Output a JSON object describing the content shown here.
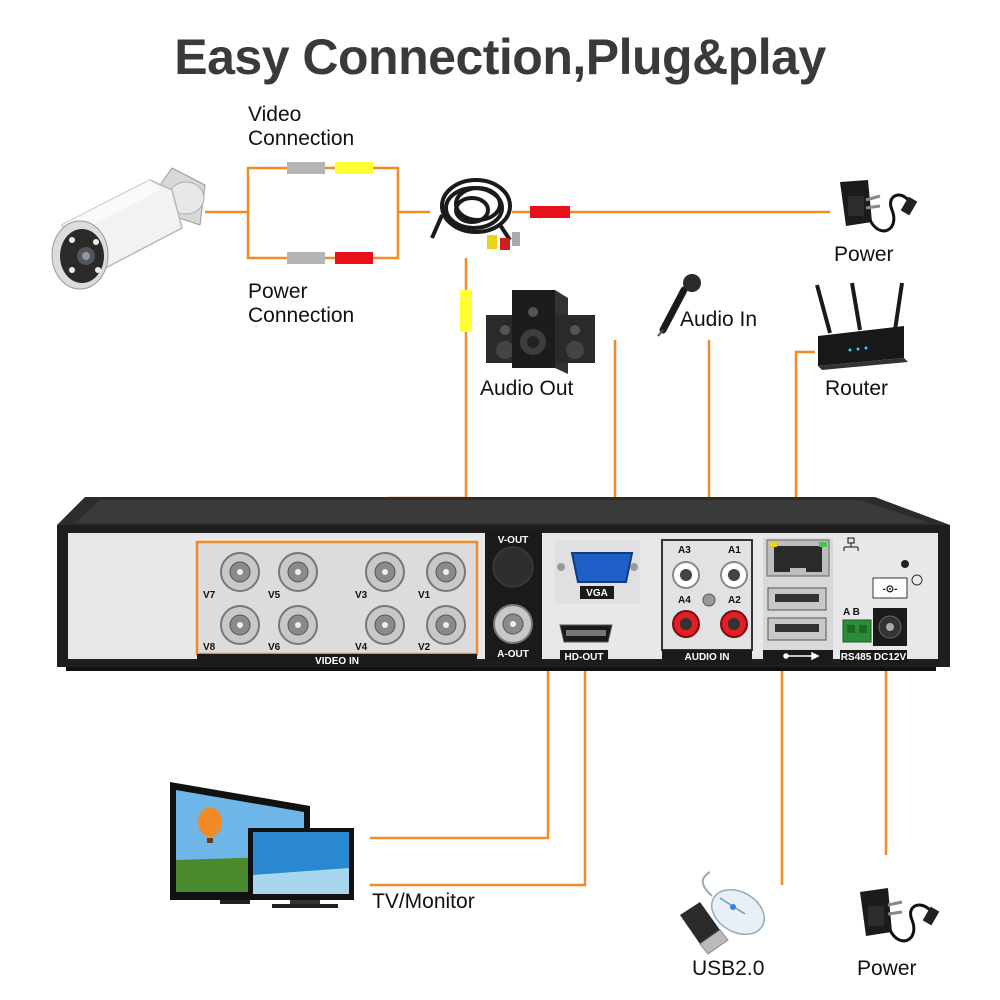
{
  "title": "Easy Connection,Plug&play",
  "labels": {
    "video_connection_1": "Video",
    "video_connection_2": "Connection",
    "power_connection_1": "Power",
    "power_connection_2": "Connection",
    "power_top": "Power",
    "audio_out": "Audio Out",
    "audio_in": "Audio In",
    "router": "Router",
    "tv_monitor": "TV/Monitor",
    "usb": "USB2.0",
    "power_bottom": "Power"
  },
  "panel": {
    "video_in": "VIDEO IN",
    "channels": [
      "V7",
      "V5",
      "V3",
      "V1",
      "V8",
      "V6",
      "V4",
      "V2"
    ],
    "v_out": "V-OUT",
    "a_out": "A-OUT",
    "vga": "VGA",
    "hd_out": "HD-OUT",
    "audio_in": "AUDIO IN",
    "audio_channels": [
      "A3",
      "A1",
      "A4",
      "A2"
    ],
    "rs485": "RS485",
    "rs485_ab": "A  B",
    "dc12v": "DC12V"
  },
  "colors": {
    "wire": "#f08c28",
    "title": "#3a3a3a",
    "plug_red": "#e8101a",
    "plug_yellow": "#ffff33",
    "plug_gray": "#b4b4b4",
    "dvr_body": "#1e1e1e",
    "panel": "#e8e8ea"
  },
  "icons": [
    "camera-icon",
    "cable-icon",
    "power-adapter-icon",
    "speaker-icon",
    "microphone-icon",
    "router-icon",
    "tv-icon",
    "usb-drive-icon",
    "mouse-icon"
  ]
}
